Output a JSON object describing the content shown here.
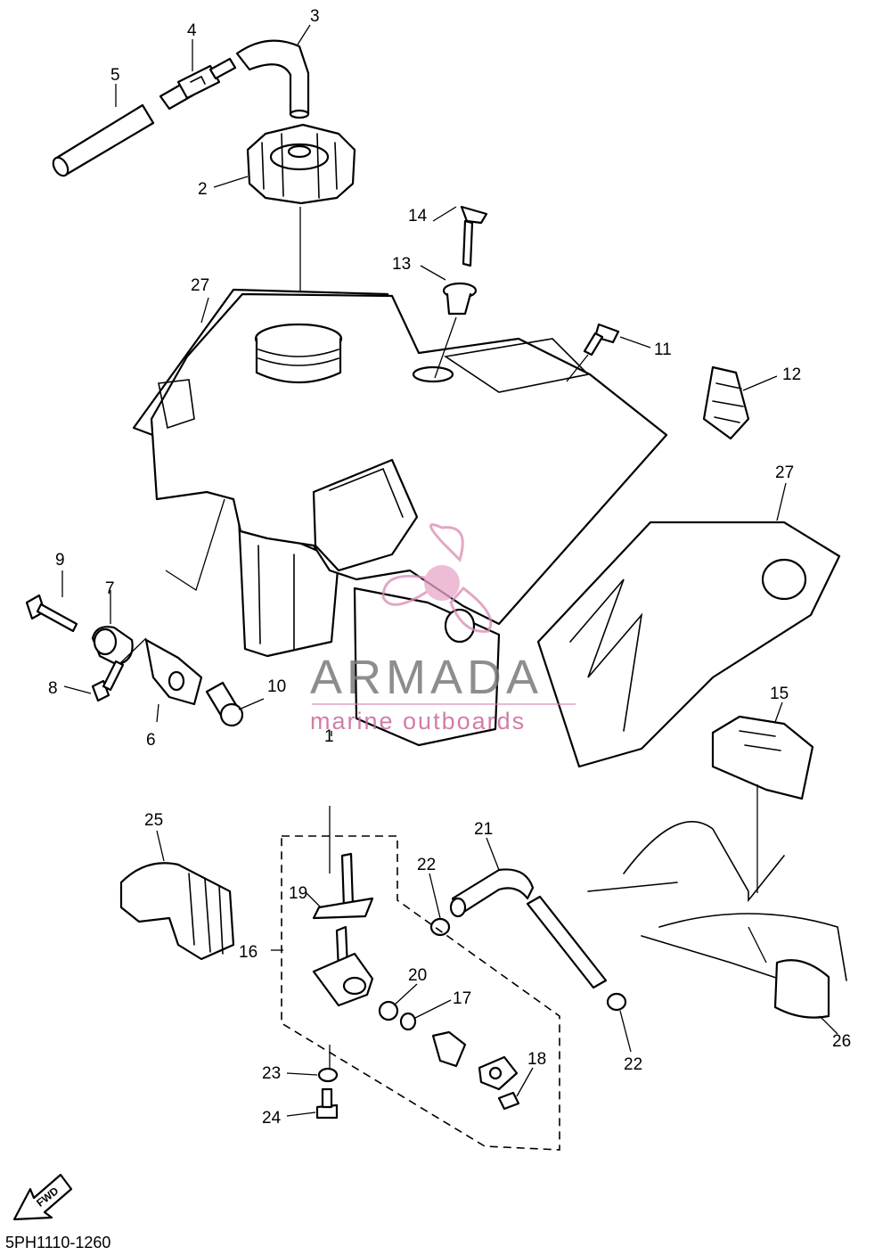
{
  "diagram": {
    "reference_code": "5PH1110-1260",
    "direction_badge": "FWD",
    "watermark": {
      "brand": "ARMADA",
      "tagline": "marine outboards",
      "brand_color": "#7a7a7a",
      "tagline_color": "#c9689a"
    },
    "callouts": [
      "1",
      "2",
      "3",
      "4",
      "5",
      "6",
      "7",
      "8",
      "9",
      "10",
      "11",
      "12",
      "13",
      "14",
      "15",
      "16",
      "17",
      "18",
      "19",
      "20",
      "21",
      "22",
      "22",
      "23",
      "24",
      "25",
      "26",
      "27",
      "27"
    ]
  }
}
